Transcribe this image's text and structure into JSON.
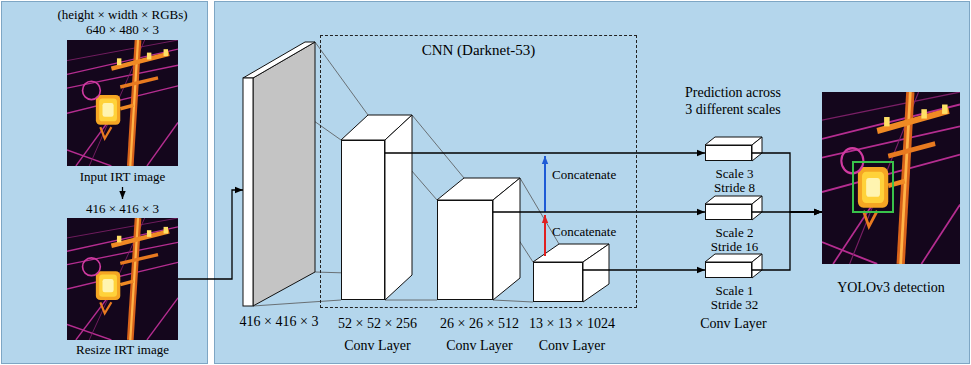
{
  "diagram": {
    "nodes": [
      {
        "text": [
          "(height × width × RGBs)",
          "640 × 480 × 3",
          "Input IRT image"
        ]
      },
      {
        "text": [
          "416 × 416 × 3",
          "Resize IRT image"
        ]
      },
      {
        "text": [
          "416 × 416 × 3"
        ]
      },
      {
        "text": [
          "CNN (Darknet-53)"
        ]
      },
      {
        "text": [
          "52 × 52 × 256",
          "Conv Layer"
        ],
        "in": 3
      },
      {
        "text": [
          "26 × 26 × 512",
          "Conv Layer"
        ],
        "in": 3
      },
      {
        "text": [
          "13 × 13 × 1024",
          "Conv Layer"
        ],
        "in": 3
      },
      {
        "text": [
          "Scale 3 Stride 8"
        ]
      },
      {
        "text": [
          "Scale 2 Stride 16"
        ]
      },
      {
        "text": [
          "Scale 1 Stride 32"
        ]
      },
      {
        "text": [
          "YOLOv3 detection"
        ]
      }
    ],
    "edges": [
      {
        "from": 0,
        "to": 1,
        "arrow": "to"
      },
      {
        "from": 1,
        "to": 2,
        "arrow": "to"
      },
      {
        "from": 4,
        "to": 7,
        "arrow": "to"
      },
      {
        "from": 5,
        "to": 8,
        "arrow": "to"
      },
      {
        "from": 6,
        "to": 9,
        "arrow": "to"
      },
      {
        "from": 7,
        "to": 10,
        "arrow": "to"
      },
      {
        "from": 8,
        "to": 10,
        "arrow": "to"
      },
      {
        "from": 9,
        "to": 10,
        "arrow": "to"
      }
    ],
    "labels": [
      "Prediction across 3 different scales",
      "Concatenate",
      "Concatenate",
      "Conv Layer"
    ]
  }
}
